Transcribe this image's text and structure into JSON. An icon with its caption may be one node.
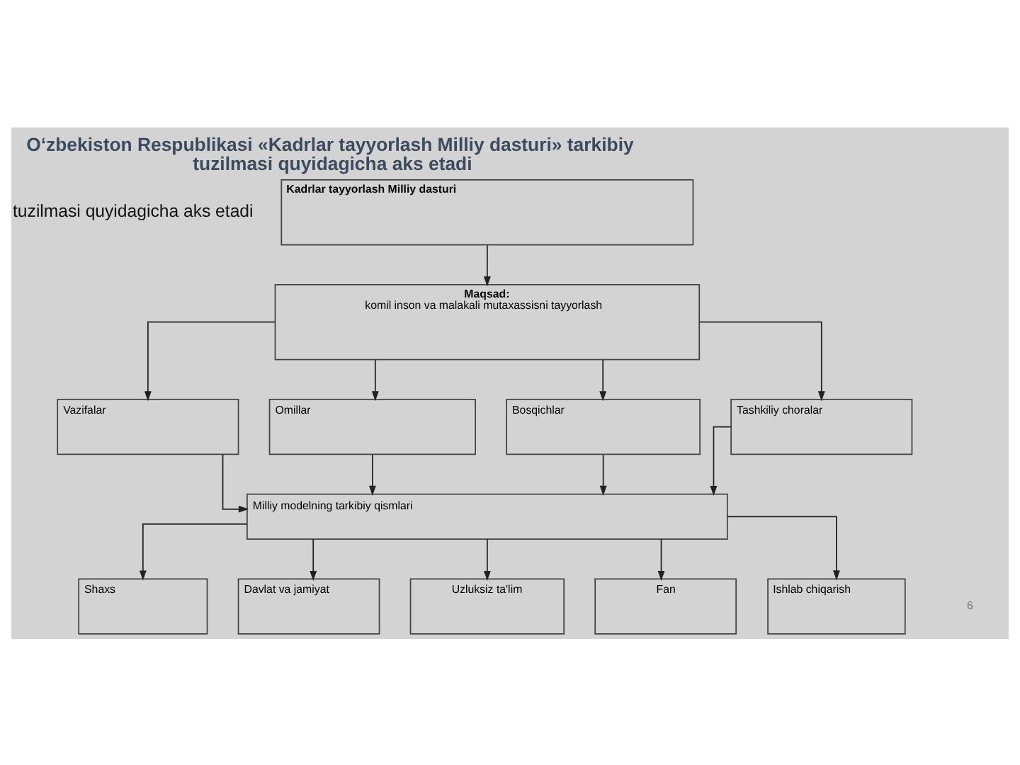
{
  "diagram": {
    "title": "O‘zbekiston Respublikasi «Kadrlar tayyorlash Milliy dasturi» tarkibiy tuzilmasi quyidagicha aks etadi",
    "nodes": [
      {
        "text": [
          "Kadrlar tayyorlash Milliy dasturi"
        ]
      },
      {
        "text": [
          "Maqsad:",
          "komil inson va malakali mutaxassisni tayyorlash"
        ]
      },
      {
        "text": [
          "Vazifalar"
        ]
      },
      {
        "text": [
          "Omillar"
        ]
      },
      {
        "text": [
          "Bosqichlar"
        ]
      },
      {
        "text": [
          "Tashkiliy choralar"
        ]
      },
      {
        "text": [
          "Milliy modelning tarkibiy qismlari"
        ]
      },
      {
        "text": [
          "Shaxs"
        ]
      },
      {
        "text": [
          "Davlat va jamiyat"
        ]
      },
      {
        "text": [
          "Uzluksiz ta'lim"
        ]
      },
      {
        "text": [
          "Fan"
        ]
      },
      {
        "text": [
          "Ishlab chiqarish"
        ]
      }
    ],
    "edges": [
      {
        "from": 0,
        "to": 1,
        "arrow": "to"
      },
      {
        "from": 1,
        "to": 2,
        "arrow": "to"
      },
      {
        "from": 1,
        "to": 3,
        "arrow": "to"
      },
      {
        "from": 1,
        "to": 4,
        "arrow": "to"
      },
      {
        "from": 1,
        "to": 5,
        "arrow": "to"
      },
      {
        "from": 2,
        "to": 6,
        "arrow": "to"
      },
      {
        "from": 3,
        "to": 6,
        "arrow": "to"
      },
      {
        "from": 4,
        "to": 6,
        "arrow": "to"
      },
      {
        "from": 5,
        "to": 6,
        "arrow": "to"
      },
      {
        "from": 6,
        "to": 7,
        "arrow": "to"
      },
      {
        "from": 6,
        "to": 8,
        "arrow": "to"
      },
      {
        "from": 6,
        "to": 9,
        "arrow": "to"
      },
      {
        "from": 6,
        "to": 10,
        "arrow": "to"
      },
      {
        "from": 6,
        "to": 11,
        "arrow": "to"
      }
    ],
    "labels": [
      "tuzilmasi quyidagicha aks etadi",
      "6"
    ]
  }
}
